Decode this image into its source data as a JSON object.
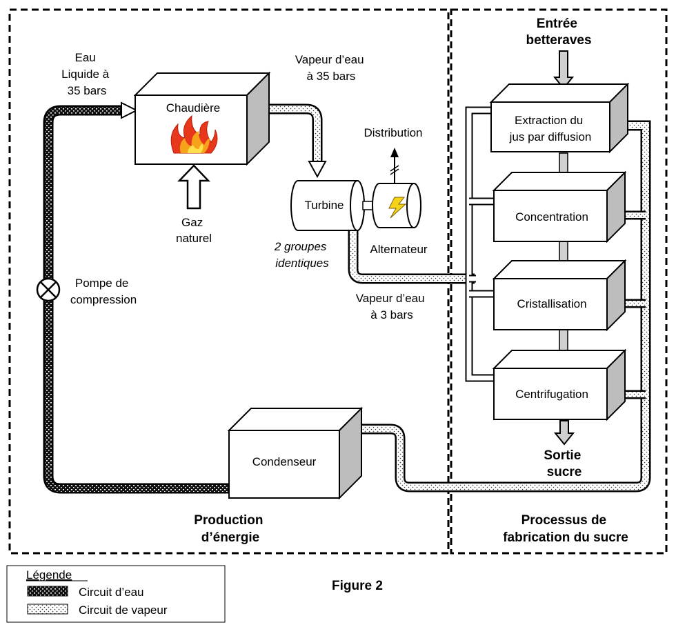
{
  "labels": {
    "eau_liquide": [
      "Eau",
      "Liquide à",
      "35 bars"
    ],
    "vapeur_35": [
      "Vapeur d’eau",
      "à 35 bars"
    ],
    "chaudiere": "Chaudière",
    "gaz": [
      "Gaz",
      "naturel"
    ],
    "turbine": "Turbine",
    "distribution": "Distribution",
    "alternateur": "Alternateur",
    "groupes": [
      "2 groupes",
      "identiques"
    ],
    "vapeur_3": [
      "Vapeur d’eau",
      "à 3 bars"
    ],
    "pompe": [
      "Pompe de",
      "compression"
    ],
    "condenseur": "Condenseur",
    "entree": [
      "Entrée",
      "betteraves"
    ],
    "extraction": [
      "Extraction du",
      "jus par diffusion"
    ],
    "concentration": "Concentration",
    "cristallisation": "Cristallisation",
    "centrifugation": "Centrifugation",
    "sortie": [
      "Sortie",
      "sucre"
    ],
    "production": [
      "Production",
      "d’énergie"
    ],
    "processus": [
      "Processus de",
      "fabrication du sucre"
    ]
  },
  "legend": {
    "title": "Légende",
    "items": [
      {
        "label": "Circuit d’eau"
      },
      {
        "label": "Circuit de vapeur"
      }
    ]
  },
  "figure_caption": "Figure 2"
}
